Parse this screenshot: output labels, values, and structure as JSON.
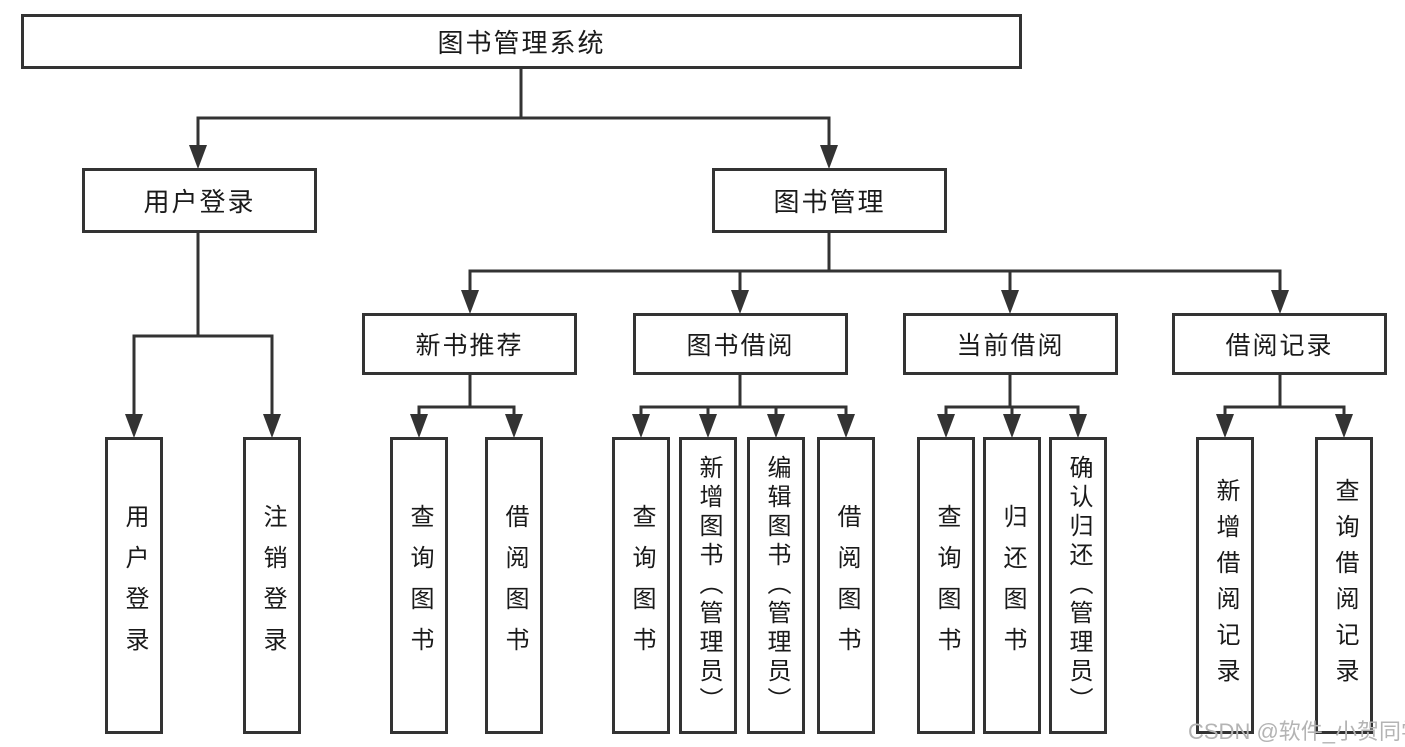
{
  "colors": {
    "line": "#333333",
    "text": "#1a1a1a",
    "watermark": "#b4b4b4",
    "background": "#ffffff"
  },
  "watermark": {
    "text": "CSDN @软件_小贺同学"
  },
  "diagram": {
    "root": {
      "label": "图书管理系统"
    },
    "branches": [
      {
        "label": "用户登录",
        "children": [
          {
            "label": "用户登录"
          },
          {
            "label": "注销登录"
          }
        ]
      },
      {
        "label": "图书管理",
        "children": [
          {
            "label": "新书推荐",
            "children": [
              {
                "label": "查询图书"
              },
              {
                "label": "借阅图书"
              }
            ]
          },
          {
            "label": "图书借阅",
            "children": [
              {
                "label": "查询图书"
              },
              {
                "label": "新增图书（管理员）"
              },
              {
                "label": "编辑图书（管理员）"
              },
              {
                "label": "借阅图书"
              }
            ]
          },
          {
            "label": "当前借阅",
            "children": [
              {
                "label": "查询图书"
              },
              {
                "label": "归还图书"
              },
              {
                "label": "确认归还（管理员）"
              }
            ]
          },
          {
            "label": "借阅记录",
            "children": [
              {
                "label": "新增借阅记录"
              },
              {
                "label": "查询借阅记录"
              }
            ]
          }
        ]
      }
    ]
  }
}
